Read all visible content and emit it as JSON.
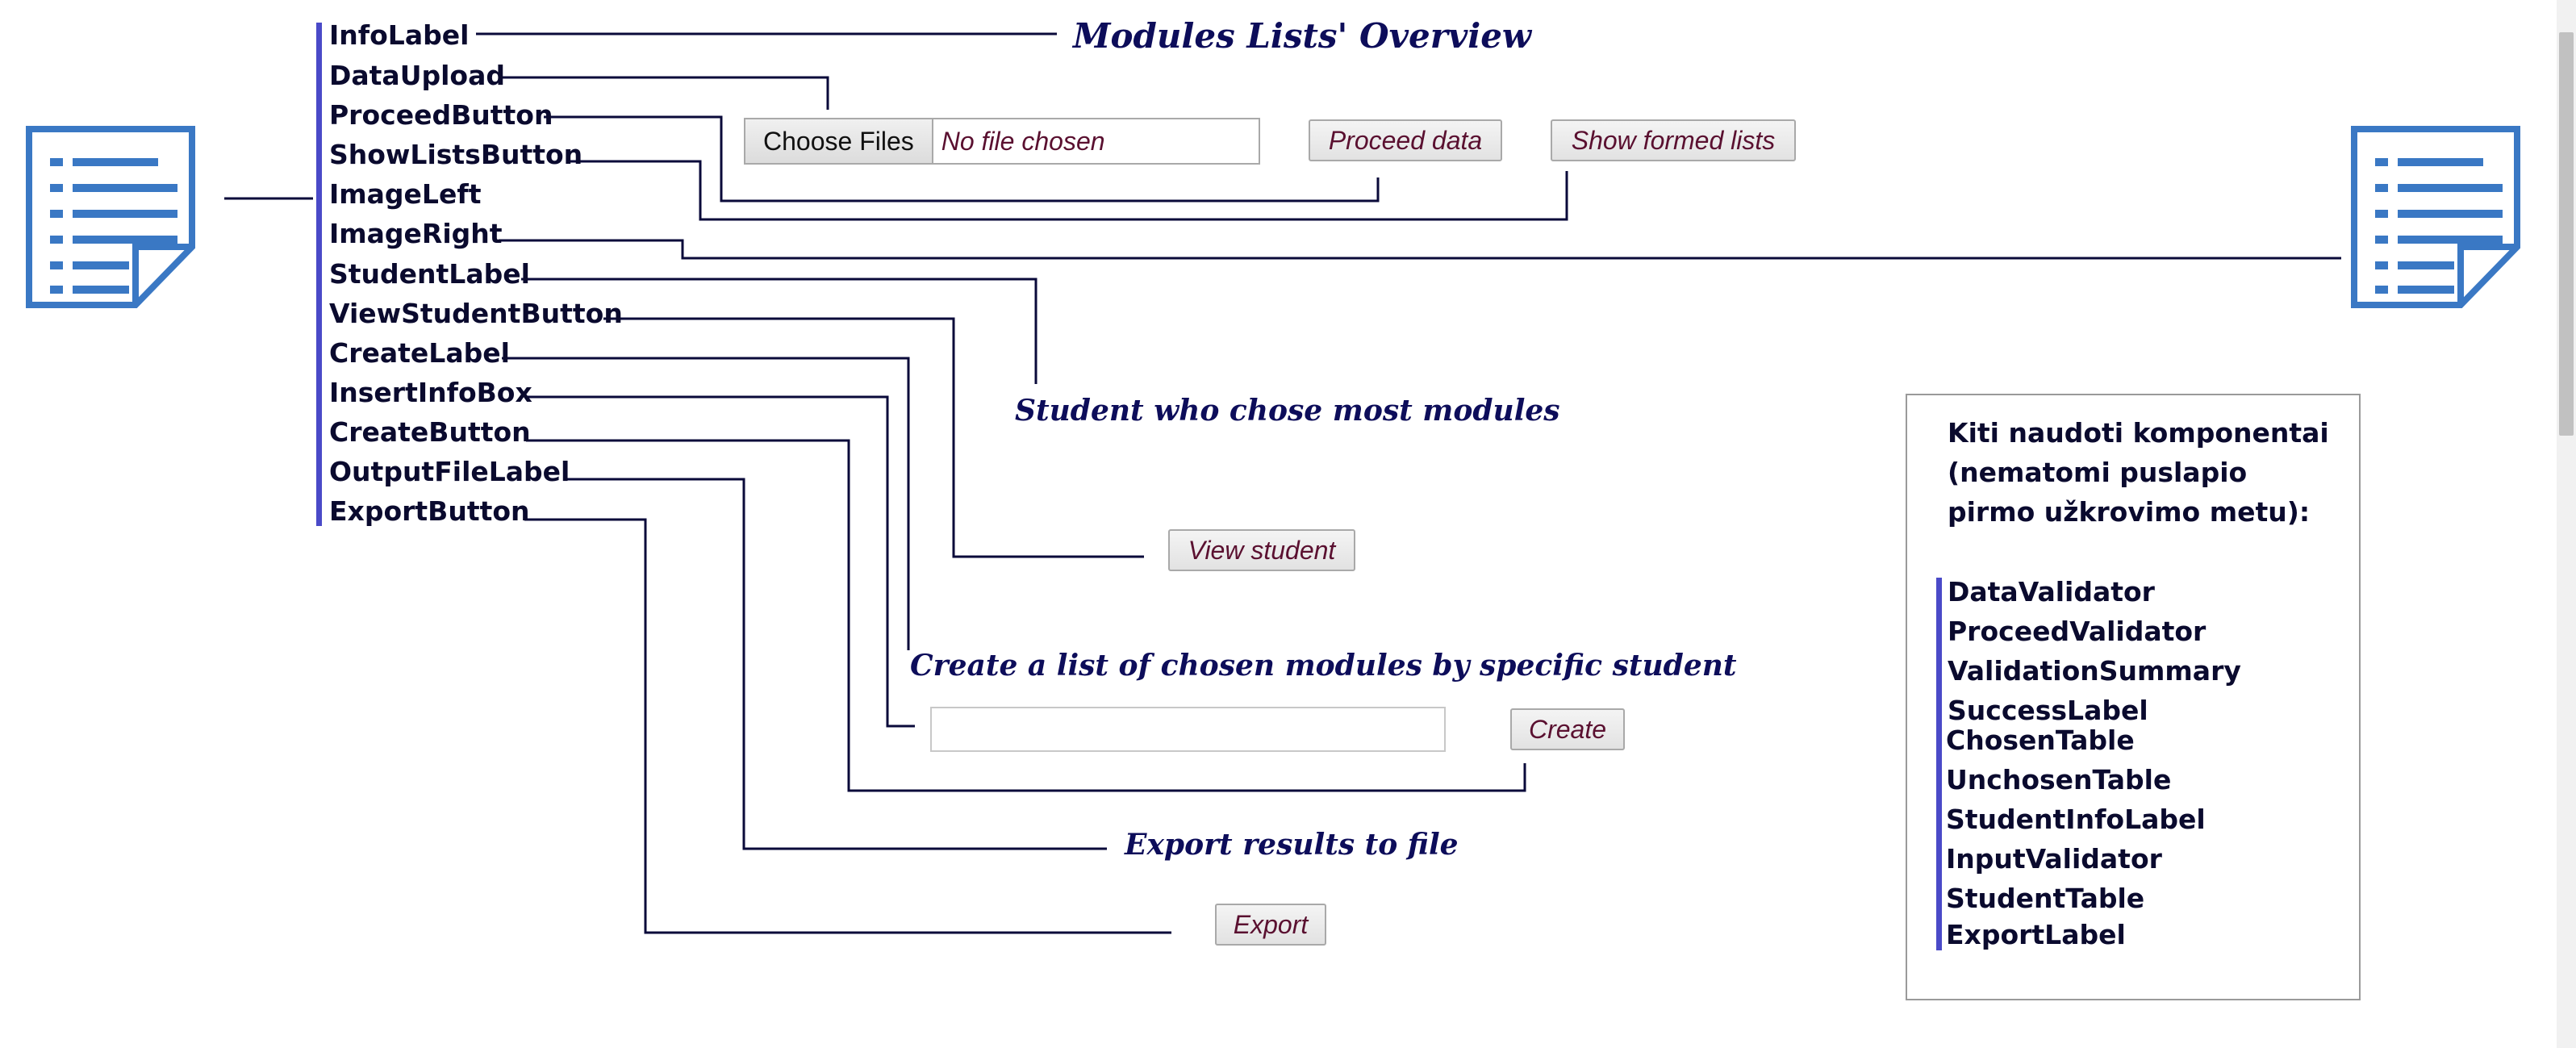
{
  "header": {
    "title": "Modules Lists' Overview"
  },
  "components": [
    "InfoLabel",
    "DataUpload",
    "ProceedButton",
    "ShowListsButton",
    "ImageLeft",
    "ImageRight",
    "StudentLabel",
    "ViewStudentButton",
    "CreateLabel",
    "InsertInfoBox",
    "CreateButton",
    "OutputFileLabel",
    "ExportButton"
  ],
  "upload": {
    "choose_label": "Choose Files",
    "status": "No file chosen"
  },
  "buttons": {
    "proceed": "Proceed data",
    "show_lists": "Show formed lists",
    "view_student": "View student",
    "create": "Create",
    "export": "Export"
  },
  "labels": {
    "student": "Student who chose most modules",
    "create": "Create a list of chosen modules by specific student",
    "export": "Export results to file"
  },
  "create_input": {
    "value": "",
    "placeholder": ""
  },
  "side_panel": {
    "title": "Kiti naudoti komponentai (nematomi puslapio pirmo užkrovimo metu):",
    "items": [
      "DataValidator",
      "ProceedValidator",
      "ValidationSummary",
      "SuccessLabel",
      "ChosenTable",
      "UnchosenTable",
      "StudentInfoLabel",
      "InputValidator",
      "StudentTable",
      "ExportLabel"
    ]
  },
  "icons": {
    "left": "document-list-icon",
    "right": "document-list-icon"
  },
  "colors": {
    "accent_bar": "#4a4ac8",
    "icon_blue": "#3a78c4",
    "heading": "#0d0d5a",
    "button_text": "#5a1030"
  }
}
